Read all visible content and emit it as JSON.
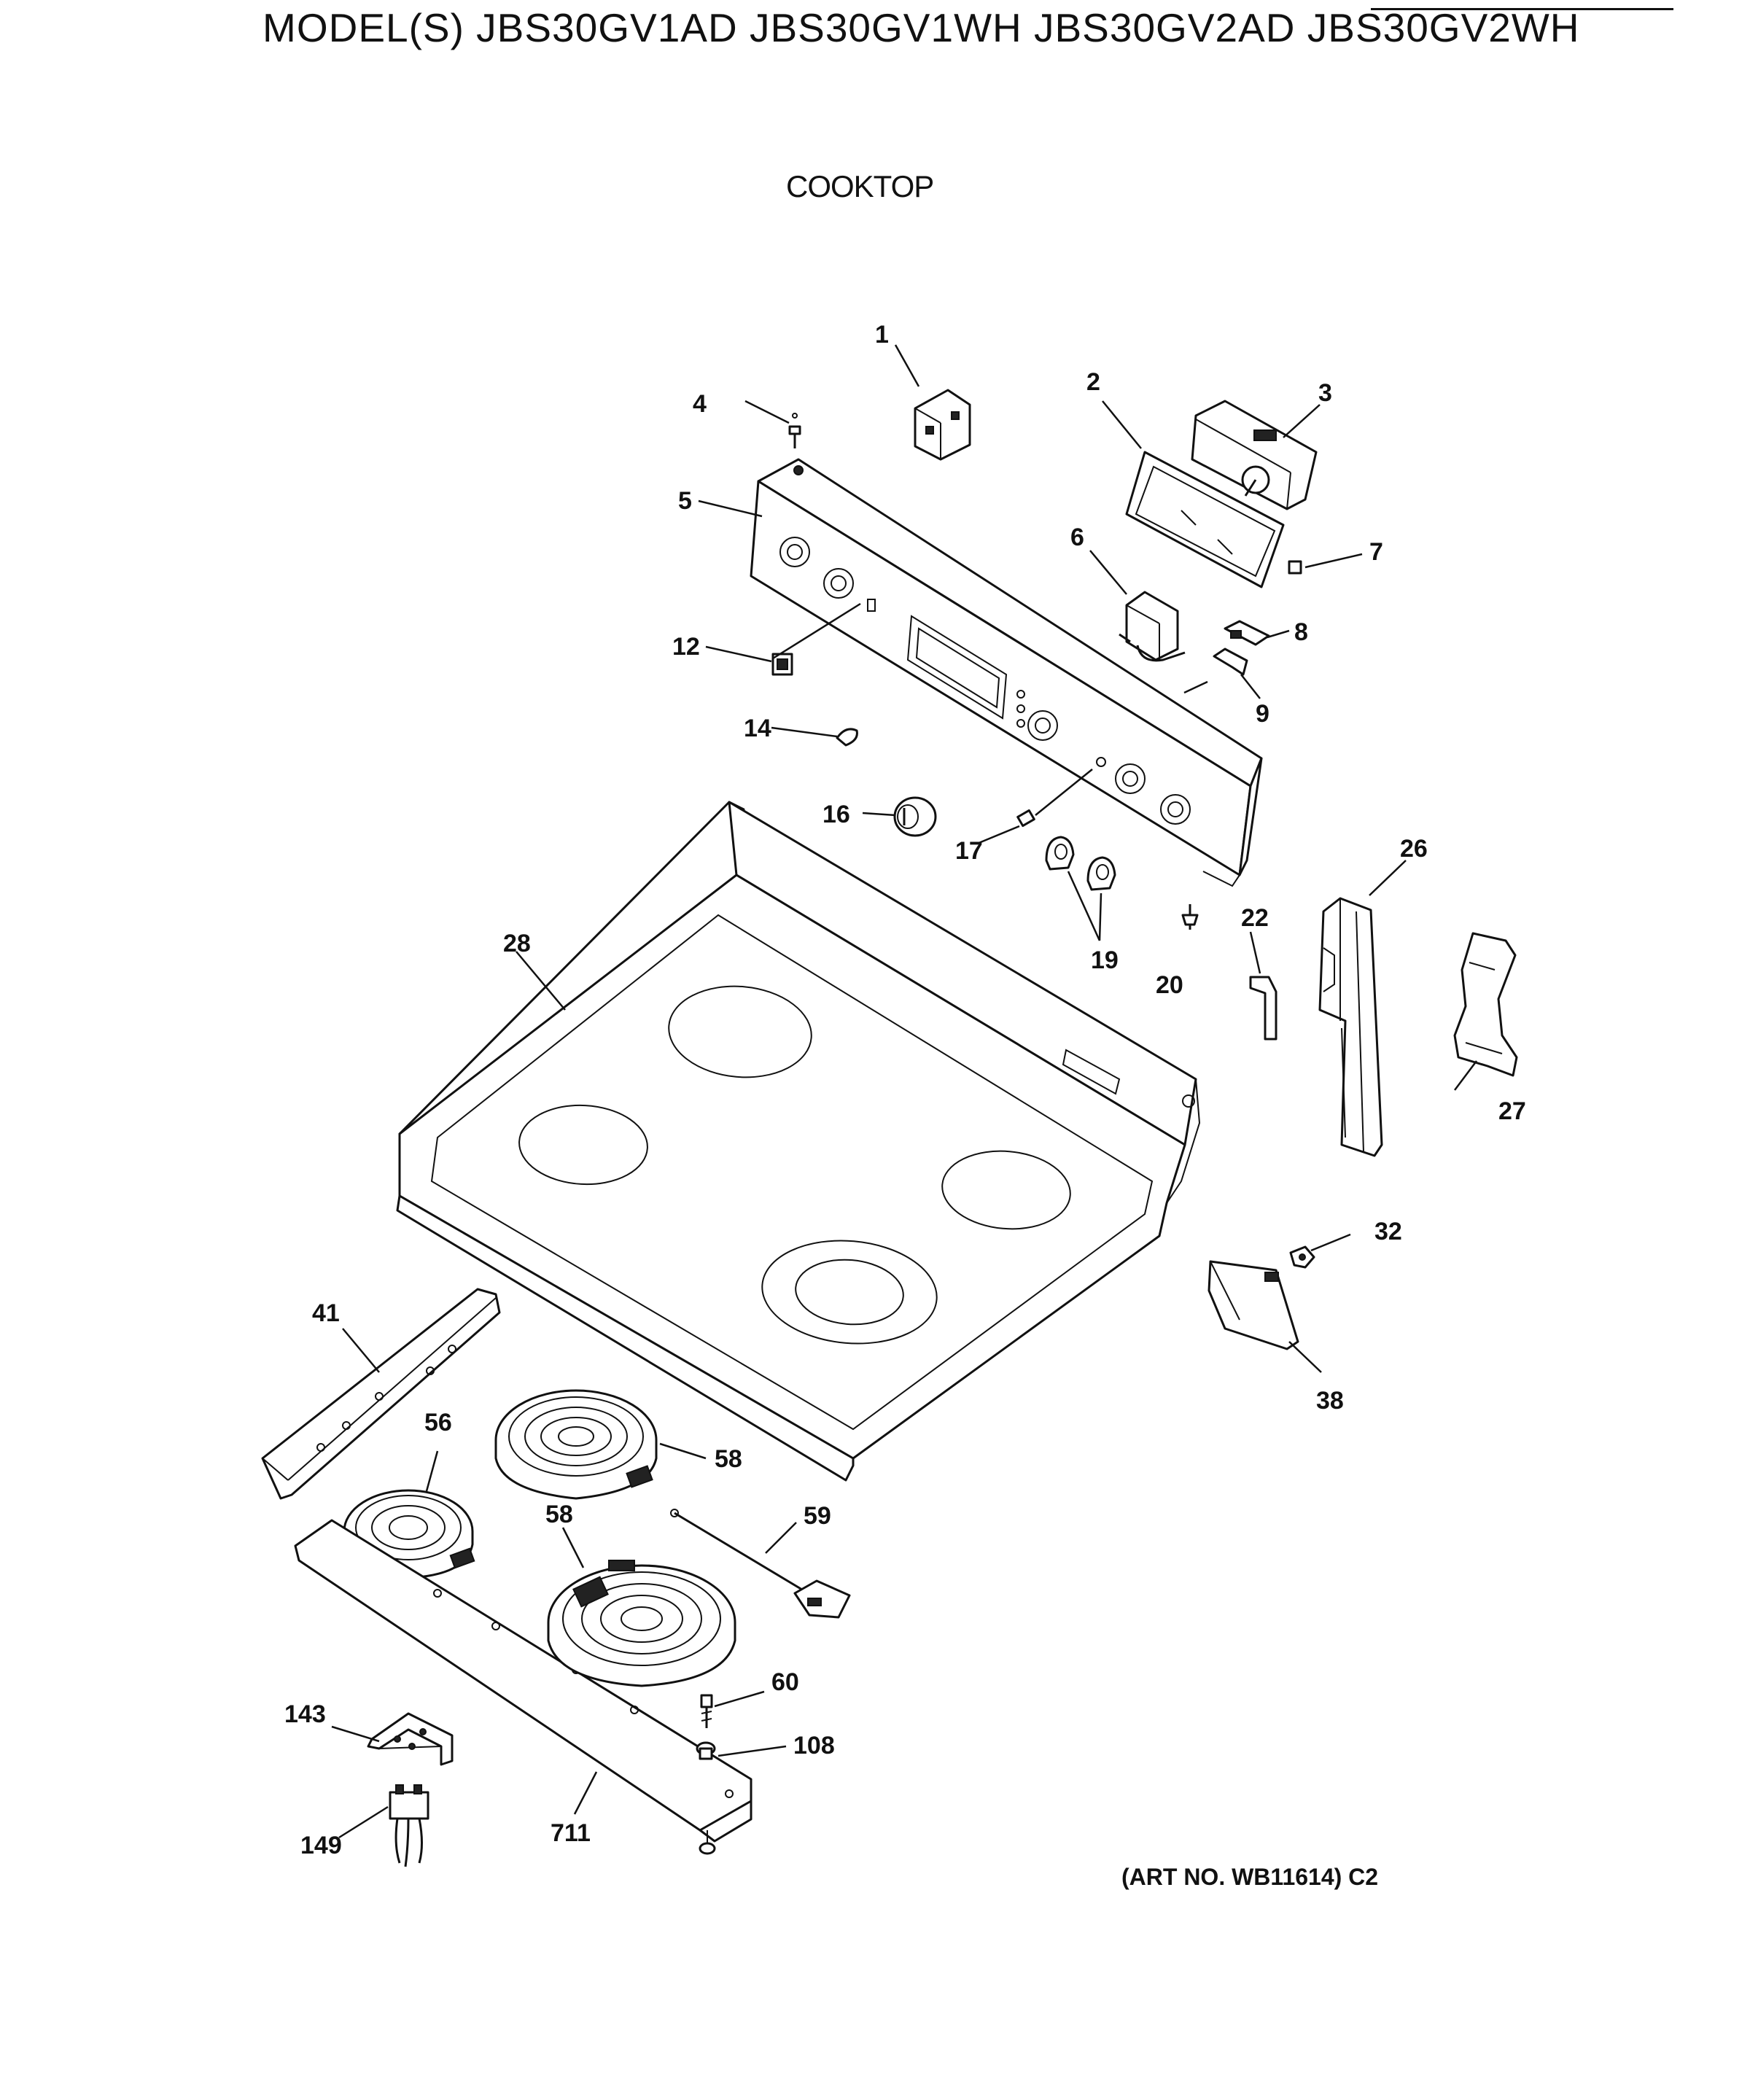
{
  "header": {
    "models": "MODEL(S) JBS30GV1AD  JBS30GV1WH  JBS30GV2AD  JBS30GV2WH"
  },
  "subtitle": "COOKTOP",
  "footer": {
    "art_number": "(ART NO. WB11614) C2"
  },
  "callouts": [
    "1",
    "2",
    "3",
    "4",
    "5",
    "6",
    "7",
    "8",
    "9",
    "12",
    "14",
    "16",
    "17",
    "19",
    "20",
    "22",
    "26",
    "27",
    "28",
    "32",
    "38",
    "41",
    "56",
    "58",
    "58",
    "59",
    "60",
    "108",
    "143",
    "149",
    "711"
  ]
}
